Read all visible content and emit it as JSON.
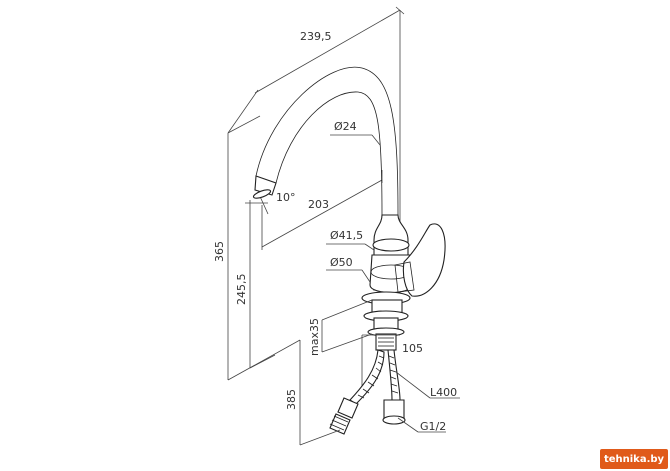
{
  "dimensions": {
    "overall_reach": "239,5",
    "spout_diameter": "Ø24",
    "tilt_angle": "10°",
    "spout_reach": "203",
    "body_diameter_upper": "Ø41,5",
    "body_diameter_base": "Ø50",
    "total_height": "365",
    "spout_height": "245,5",
    "max_counter_thickness": "max35",
    "shank_length": "105",
    "hose_length_total": "385",
    "hose_length": "L400",
    "thread_size": "G1/2"
  },
  "watermark": "tehnika.by"
}
